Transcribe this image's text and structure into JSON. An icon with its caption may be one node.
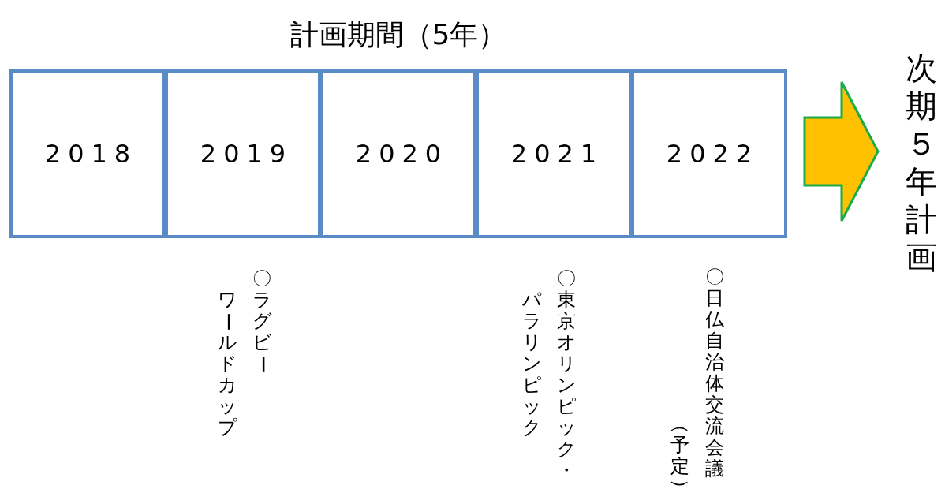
{
  "diagram": {
    "title": "計画期間（5年）",
    "nodes": [
      {
        "text": [
          "2018"
        ]
      },
      {
        "text": [
          "2019"
        ],
        "beside": [
          "〇ラグビーワールドカップ"
        ]
      },
      {
        "text": [
          "2020"
        ]
      },
      {
        "text": [
          "2021"
        ],
        "beside": [
          "〇東京オリンピック・",
          "パラリンピック"
        ]
      },
      {
        "text": [
          "2022"
        ],
        "beside": [
          "〇日仏自治体交流会議（予定）"
        ]
      },
      {
        "text": [
          "次期５年計画"
        ]
      }
    ],
    "edges": [
      {
        "from": 4,
        "to": 5,
        "arrow": "to",
        "style": "thick",
        "color": "#ffc000"
      }
    ]
  }
}
